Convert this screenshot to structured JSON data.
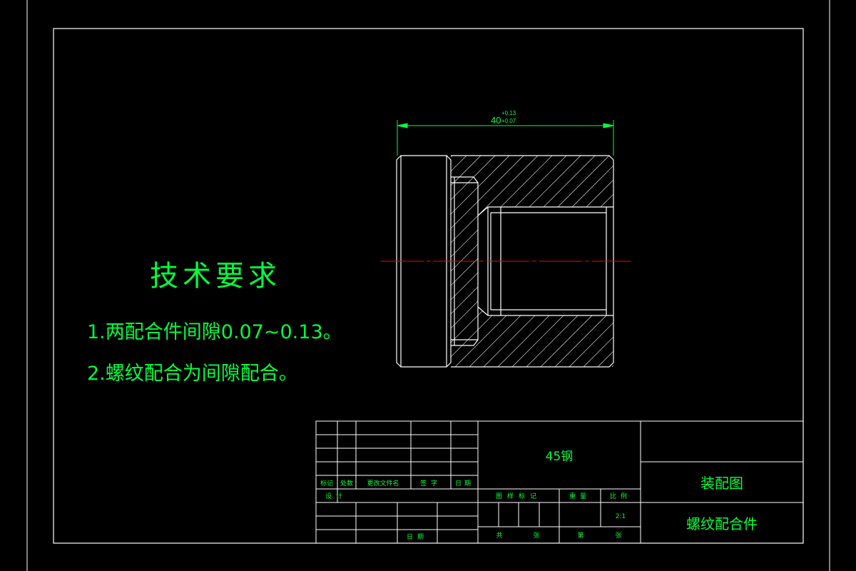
{
  "colors": {
    "background": "#000000",
    "line": "#ffffff",
    "text": "#00ff3c",
    "dimension": "#00ff3c",
    "centerline": "#ff0000",
    "hatch": "#ffffff"
  },
  "drawing": {
    "dimension": {
      "nominal": "40",
      "upper_tolerance": "+0.13",
      "lower_tolerance": "+0.07"
    }
  },
  "tech_requirements": {
    "title": "技术要求",
    "items": [
      "1.两配合件间隙0.07~0.13。",
      "2.螺纹配合为间隙配合。"
    ]
  },
  "title_block": {
    "material": "45钢",
    "drawing_type": "装配图",
    "part_name": "螺纹配合件",
    "revision_headers": [
      "标记",
      "处数",
      "更改文件名",
      "签字",
      "日期"
    ],
    "design": "设计",
    "date": "日期",
    "stage_mark": "图样标记",
    "weight": "重量",
    "scale_label": "比例",
    "scale_value": "2:1",
    "total_sheets": "共",
    "sheets_suffix": "张",
    "sheet_no": "第"
  }
}
